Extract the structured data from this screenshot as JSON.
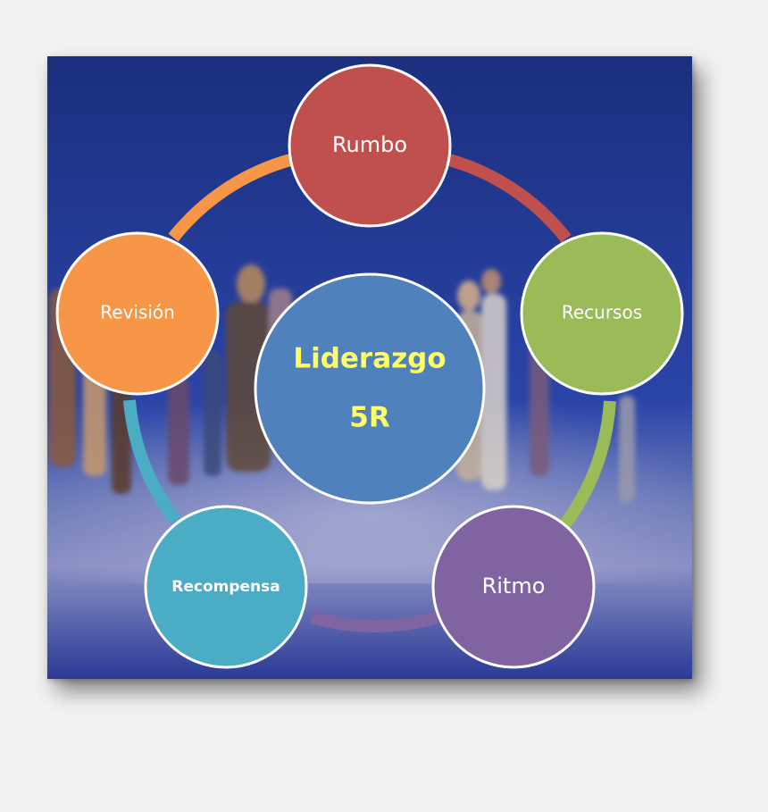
{
  "diagram": {
    "center": {
      "line1": "Liderazgo",
      "line2": "5R"
    },
    "nodes": {
      "rumbo": "Rumbo",
      "recursos": "Recursos",
      "ritmo": "Ritmo",
      "recompensa": "Recompensa",
      "revision": "Revisión"
    },
    "colors": {
      "background_top": "#1f3a8a",
      "background_bottom": "#2a3f9c",
      "center_fill": "#4f81bd",
      "center_text": "#ffff66",
      "rumbo": "#c0504d",
      "recursos": "#9bbb59",
      "ritmo": "#8064a2",
      "recompensa": "#4bacc6",
      "revision": "#f79646"
    }
  }
}
